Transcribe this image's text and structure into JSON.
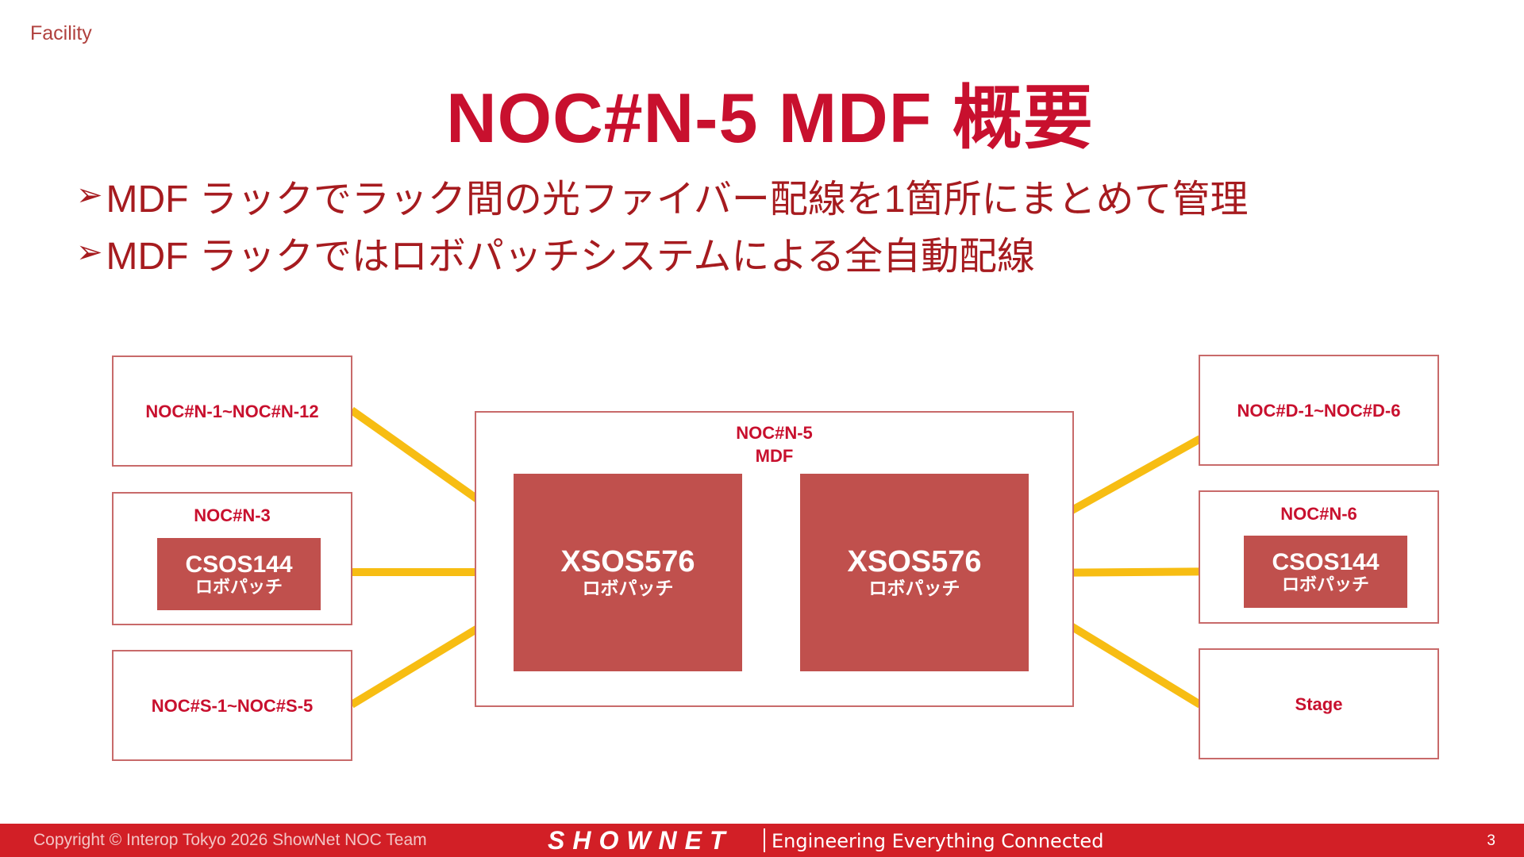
{
  "header": {
    "section": "Facility",
    "title": "NOC#N-5 MDF 概要"
  },
  "bullets": [
    {
      "marker": "➢",
      "text": "MDF ラックでラック間の光ファイバー配線を1箇所にまとめて管理"
    },
    {
      "marker": "➢",
      "text": "MDF ラックではロボパッチシステムによる全自動配線"
    }
  ],
  "diagram": {
    "left_nodes": {
      "top": {
        "label": "NOC#N-1~NOC#N-12"
      },
      "middle": {
        "label": "NOC#N-3",
        "device_model": "CSOS144",
        "device_kind": "ロボパッチ"
      },
      "bottom": {
        "label": "NOC#S-1~NOC#S-5"
      }
    },
    "center": {
      "label_line1": "NOC#N-5",
      "label_line2": "MDF",
      "left_device": {
        "model": "XSOS576",
        "kind": "ロボパッチ"
      },
      "right_device": {
        "model": "XSOS576",
        "kind": "ロボパッチ"
      }
    },
    "right_nodes": {
      "top": {
        "label": "NOC#D-1~NOC#D-6"
      },
      "middle": {
        "label": "NOC#N-6",
        "device_model": "CSOS144",
        "device_kind": "ロボパッチ"
      },
      "bottom": {
        "label": "Stage"
      }
    },
    "colors": {
      "link": "#f7bd13",
      "device": "#c0504d",
      "node_border": "#c86a6a",
      "label": "#c8102e"
    }
  },
  "footer": {
    "copyright": "Copyright © Interop Tokyo 2026 ShowNet NOC Team",
    "brand": "SHOWNET",
    "tagline": "Engineering Everything Connected",
    "page_number": "3"
  }
}
